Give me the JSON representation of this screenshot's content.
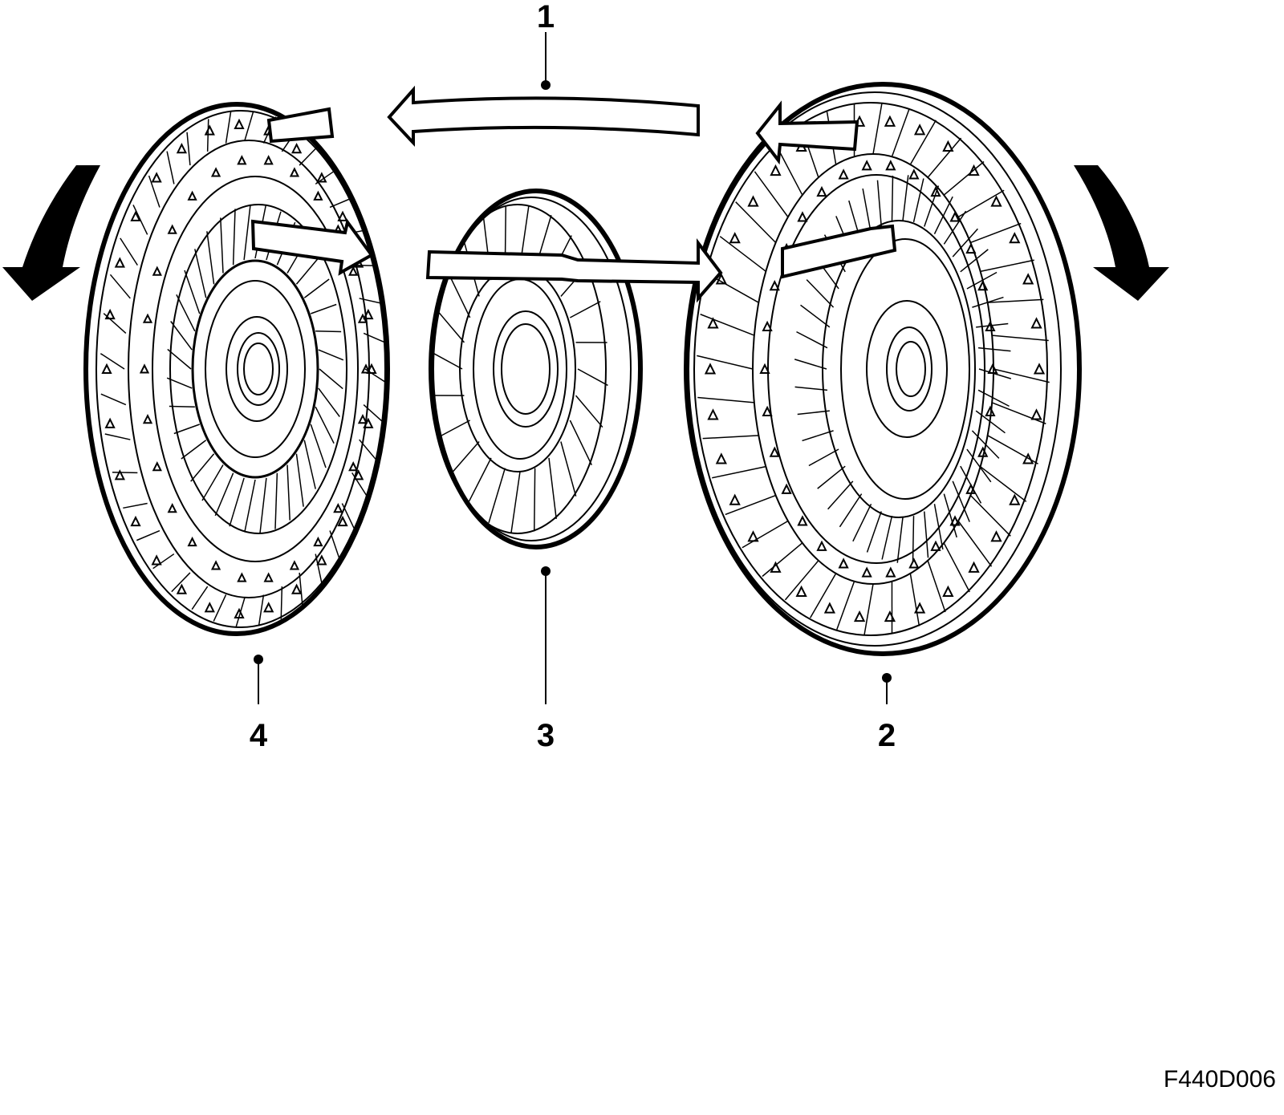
{
  "callouts": [
    {
      "id": "1",
      "label": "1"
    },
    {
      "id": "2",
      "label": "2"
    },
    {
      "id": "3",
      "label": "3"
    },
    {
      "id": "4",
      "label": "4"
    }
  ],
  "figure_code": "F440D006",
  "colors": {
    "line": "#000000",
    "fill": "#ffffff"
  },
  "icons": [
    "rotation-arrow-icon",
    "flow-arrow-icon"
  ]
}
